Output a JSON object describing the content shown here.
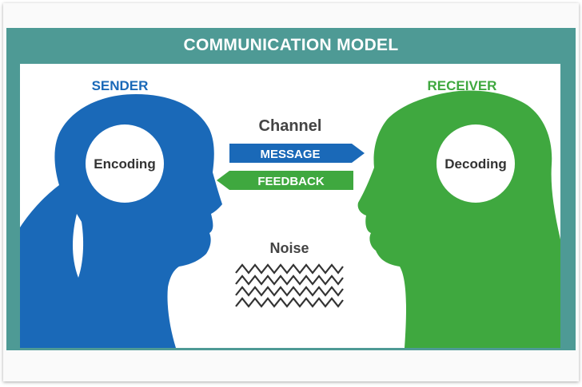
{
  "title": "COMMUNICATION MODEL",
  "sender": {
    "label": "SENDER",
    "process": "Encoding"
  },
  "receiver": {
    "label": "RECEIVER",
    "process": "Decoding"
  },
  "channel": {
    "label": "Channel",
    "message": "MESSAGE",
    "feedback": "FEEDBACK"
  },
  "noise": {
    "label": "Noise"
  },
  "colors": {
    "frame": "#4e9a95",
    "sender": "#1a69b8",
    "receiver": "#3fa83f",
    "text_dark": "#333333"
  }
}
